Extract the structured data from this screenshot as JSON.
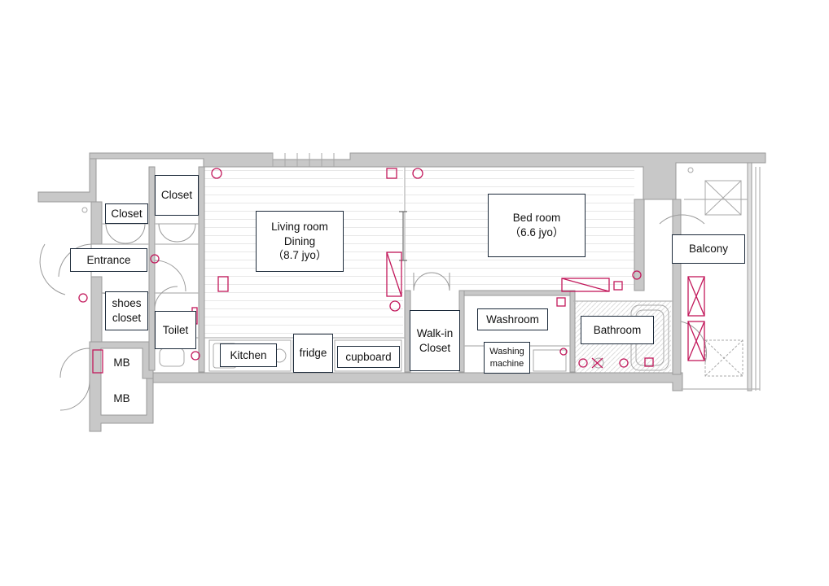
{
  "plan": {
    "labels": {
      "closet_main": "Closet",
      "closet_entrance": "Closet",
      "entrance": "Entrance",
      "shoes_closet": [
        "shoes",
        "closet"
      ],
      "toilet": "Toilet",
      "mb_upper": "MB",
      "mb_lower": "MB",
      "living_dining": [
        "Living room",
        "Dining",
        "（8.7 jyo）"
      ],
      "kitchen": "Kitchen",
      "fridge": "fridge",
      "cupboard": "cupboard",
      "walk_in_closet": [
        "Walk-in",
        "Closet"
      ],
      "bed_room": [
        "Bed room",
        "（6.6 jyo）"
      ],
      "washroom": "Washroom",
      "washing_machine": [
        "Washing",
        "machine"
      ],
      "bathroom": "Bathroom",
      "balcony": "Balcony"
    },
    "colors": {
      "wall": "#c8c8c8",
      "wall_edge": "#9a9a9a",
      "floor_line": "#e6e6e6",
      "fixture": "#b5b5b5",
      "accent": "#c2185b",
      "label_border": "#1c2a3a"
    }
  }
}
